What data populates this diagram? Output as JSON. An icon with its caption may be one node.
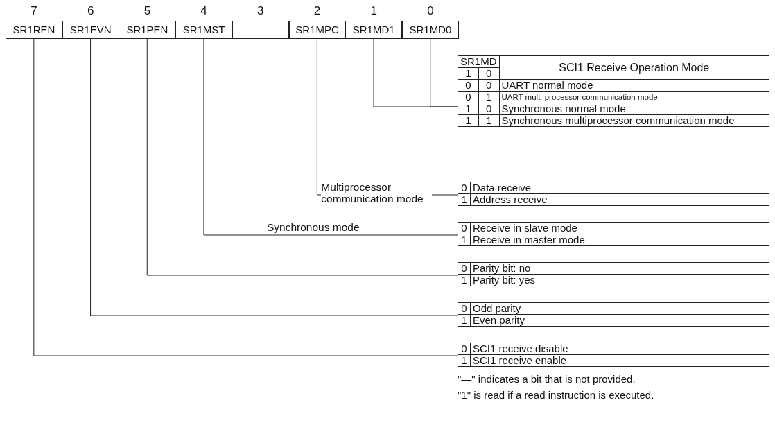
{
  "diagram": {
    "nodes": [
      {
        "text": [
          "SR1REN"
        ],
        "beside": [
          "7"
        ]
      },
      {
        "text": [
          "SR1EVN"
        ],
        "beside": [
          "6"
        ]
      },
      {
        "text": [
          "SR1PEN"
        ],
        "beside": [
          "5"
        ]
      },
      {
        "text": [
          "SR1MST"
        ],
        "beside": [
          "4"
        ]
      },
      {
        "text": [
          "—"
        ],
        "beside": [
          "3"
        ]
      },
      {
        "text": [
          "SR1MPC"
        ],
        "beside": [
          "2"
        ]
      },
      {
        "text": [
          "SR1MD1"
        ],
        "beside": [
          "1"
        ]
      },
      {
        "text": [
          "SR1MD0"
        ],
        "beside": [
          "0"
        ]
      },
      {
        "text": [
          "SR1MD",
          "SCI1 Receive Operation Mode",
          "1",
          "0",
          "0",
          "0",
          "UART normal mode",
          "0",
          "1",
          "UART multi-processor communication mode",
          "1",
          "0",
          "Synchronous normal mode",
          "1",
          "1",
          "Synchronous multiprocessor communication mode"
        ]
      },
      {
        "text": [
          "0",
          "Data receive",
          "1",
          "Address receive"
        ]
      },
      {
        "text": [
          "0",
          "Receive in slave mode",
          "1",
          "Receive in master mode"
        ]
      },
      {
        "text": [
          "0",
          "Parity bit: no",
          "1",
          "Parity bit: yes"
        ]
      },
      {
        "text": [
          "0",
          "Odd parity",
          "1",
          "Even parity"
        ]
      },
      {
        "text": [
          "0",
          "SCI1 receive disable",
          "1",
          "SCI1 receive enable"
        ]
      }
    ],
    "edges": [
      {
        "from": 6,
        "to": 8,
        "arrow": "none"
      },
      {
        "from": 7,
        "to": 8,
        "arrow": "none"
      },
      {
        "from": 5,
        "to": 9,
        "arrow": "none",
        "label": "Multiprocessor communication mode"
      },
      {
        "from": 3,
        "to": 10,
        "arrow": "none",
        "label": "Synchronous mode"
      },
      {
        "from": 2,
        "to": 11,
        "arrow": "none"
      },
      {
        "from": 1,
        "to": 12,
        "arrow": "none"
      },
      {
        "from": 0,
        "to": 13,
        "arrow": "none"
      }
    ],
    "labels": [
      "\"—\" indicates a bit that is not provided.",
      "\"1\" is read if a read instruction is executed."
    ]
  }
}
